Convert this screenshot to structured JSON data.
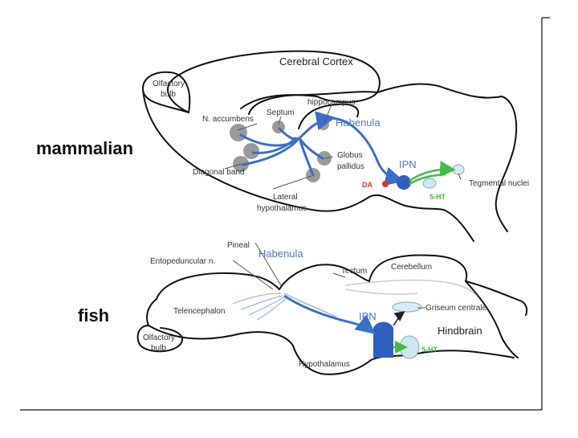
{
  "labels": {
    "mammalian": "mammalian",
    "fish": "fish"
  },
  "mammalian": {
    "cerebral_cortex": "Cerebral Cortex",
    "olfactory_bulb_1": "Olfactory",
    "olfactory_bulb_2": "bulb",
    "septum": "Septum",
    "hippocampus": "hippocampus",
    "n_accumbens": "N. accumbens",
    "habenula": "Habenula",
    "globus_pallidus_1": "Globus",
    "globus_pallidus_2": "pallidus",
    "diagonal_band": "Diagonal band",
    "ipn": "IPN",
    "da": "DA",
    "tegmental_nuclei": "Tegmental nuclei",
    "five_ht": "5-HT",
    "lateral_hypothalamus_1": "Lateral",
    "lateral_hypothalamus_2": "hypothalamus"
  },
  "fish": {
    "pineal": "Pineal",
    "entopeduncular": "Entopeduncular n.",
    "habenula": "Habenula",
    "tectum": "Tectum",
    "cerebellum": "Cerebellum",
    "telencephalon": "Telencephalon",
    "ipn": "IPN",
    "griseum_centrale": "Griseum centrale",
    "hindbrain": "Hindbrain",
    "olfactory_bulb_1": "Olfactory",
    "olfactory_bulb_2": "bulb",
    "five_ht": "5-HT",
    "hypothalamus": "Hypothalamus"
  },
  "colors": {
    "habenula_pathway": "#3a6ec8",
    "serotonin": "#44bb44",
    "dopamine": "#dd3333",
    "nucleus_gray": "#999999",
    "light_nucleus": "#d8ecf5"
  }
}
